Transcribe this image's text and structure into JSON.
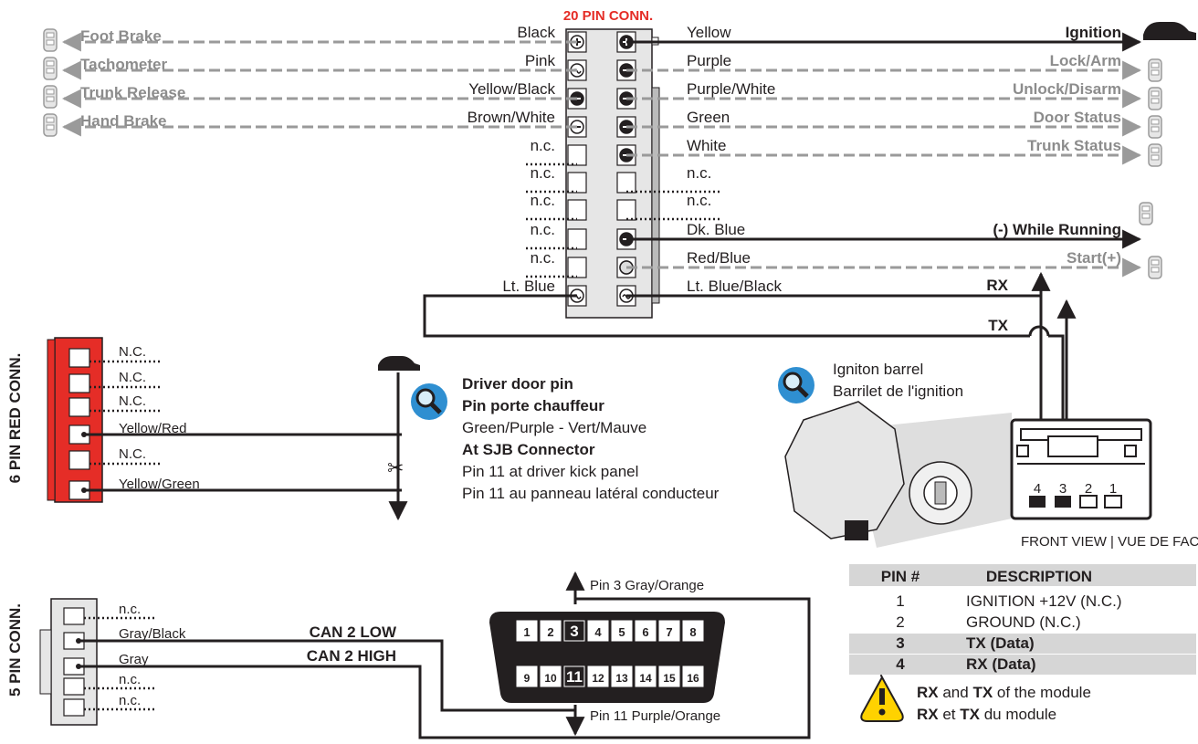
{
  "connector_20pin": {
    "title": "20 PIN CONN.",
    "left_wires": [
      "Black",
      "Pink",
      "Yellow/Black",
      "Brown/White",
      "n.c.",
      "n.c.",
      "n.c.",
      "n.c.",
      "n.c.",
      "Lt. Blue"
    ],
    "right_wires": [
      "Yellow",
      "Purple",
      "Purple/White",
      "Green",
      "White",
      "n.c.",
      "n.c.",
      "Dk. Blue",
      "Red/Blue",
      "Lt. Blue/Black"
    ],
    "left_functions": [
      "Foot Brake",
      "Tachometer",
      "Trunk Release",
      "Hand Brake"
    ],
    "right_functions": [
      "Ignition",
      "Lock/Arm",
      "Unlock/Disarm",
      "Door Status",
      "Trunk Status",
      "",
      "",
      "(-) While Running",
      "Start(+)",
      ""
    ],
    "rx_label": "RX",
    "tx_label": "TX"
  },
  "connector_6pin": {
    "title": "6 PIN RED CONN.",
    "wires": [
      "N.C.",
      "N.C.",
      "N.C.",
      "Yellow/Red",
      "N.C.",
      "Yellow/Green"
    ]
  },
  "connector_5pin": {
    "title": "5 PIN CONN.",
    "wires": [
      "n.c.",
      "Gray/Black",
      "Gray",
      "n.c.",
      "n.c."
    ],
    "can_low": "CAN 2 LOW",
    "can_high": "CAN 2 HIGH"
  },
  "door_pin": {
    "lines": [
      "Driver door pin",
      "Pin porte chauffeur",
      "Green/Purple - Vert/Mauve",
      "At SJB Connector",
      "Pin 11 at driver kick panel",
      "Pin 11 au panneau latéral conducteur"
    ]
  },
  "ignition": {
    "lines": [
      "Igniton barrel",
      "Barrilet de l'ignition"
    ],
    "front_view": "FRONT VIEW | VUE DE FACE",
    "pin_numbers": [
      "4",
      "3",
      "2",
      "1"
    ]
  },
  "obd": {
    "top_pins": [
      "1",
      "2",
      "3",
      "4",
      "5",
      "6",
      "7",
      "8"
    ],
    "bottom_pins": [
      "9",
      "10",
      "11",
      "12",
      "13",
      "14",
      "15",
      "16"
    ],
    "pin3_label": "Pin 3 Gray/Orange",
    "pin11_label": "Pin 11 Purple/Orange"
  },
  "pin_table": {
    "headers": [
      "PIN #",
      "DESCRIPTION"
    ],
    "rows": [
      {
        "pin": "1",
        "desc": "IGNITION +12V (N.C.)",
        "bold": false
      },
      {
        "pin": "2",
        "desc": "GROUND (N.C.)",
        "bold": false
      },
      {
        "pin": "3",
        "desc": "TX  (Data)",
        "bold": true
      },
      {
        "pin": "4",
        "desc": "RX  (Data)",
        "bold": true
      }
    ]
  },
  "note": {
    "en_bold1": "RX",
    "en_mid": " and ",
    "en_bold2": "TX",
    "en_tail": " of the module",
    "fr_bold1": "RX",
    "fr_mid": " et ",
    "fr_bold2": "TX",
    "fr_tail": " du module"
  },
  "colors": {
    "red_connector": "#e52d27",
    "gray_wire": "#9a9a9a",
    "dark": "#231f20",
    "table_band": "#d6d6d6",
    "warn": "#ffd200"
  }
}
